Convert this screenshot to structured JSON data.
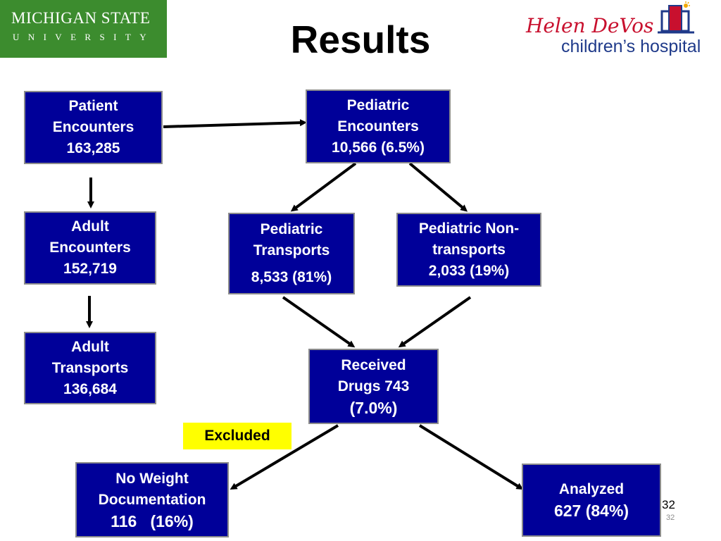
{
  "header": {
    "title": "Results",
    "msu_logo": {
      "line1": "MICHIGAN STATE",
      "line2": "UNIVERSITY",
      "color": "#3c8c2e"
    },
    "hospital_logo": {
      "script": "Helen DeVos",
      "sub": "children’s hospital"
    }
  },
  "boxes": {
    "patient": {
      "line1": "Patient",
      "line2": "Encounters",
      "line3": "163,285"
    },
    "pediatric": {
      "line1": "Pediatric",
      "line2": "Encounters",
      "line3": "10,566 (6.5%)"
    },
    "adult_enc": {
      "line1": "Adult",
      "line2": "Encounters",
      "line3": "152,719"
    },
    "adult_trans": {
      "line1": "Adult",
      "line2": "Transports",
      "line3": "136,684"
    },
    "ped_trans": {
      "line1": "Pediatric",
      "line2": "Transports",
      "line3": "8,533 (81%)"
    },
    "ped_non": {
      "line1": "Pediatric Non-",
      "line2": "transports",
      "line3": "2,033 (19%)"
    },
    "received": {
      "line1": "Received",
      "line2": "Drugs 743",
      "line3": "(7.0%)"
    },
    "no_weight": {
      "line1": "No Weight",
      "line2": "Documentation",
      "line3": "116   (16%)"
    },
    "analyzed": {
      "line1": "Analyzed",
      "line2": "627 (84%)"
    }
  },
  "excluded_label": "Excluded",
  "page": {
    "number": "32",
    "number_small": "32"
  },
  "colors": {
    "box_fill": "#000099",
    "box_border": "#8c8c8c",
    "excluded_fill": "#ffff00",
    "arrow": "#000000"
  }
}
